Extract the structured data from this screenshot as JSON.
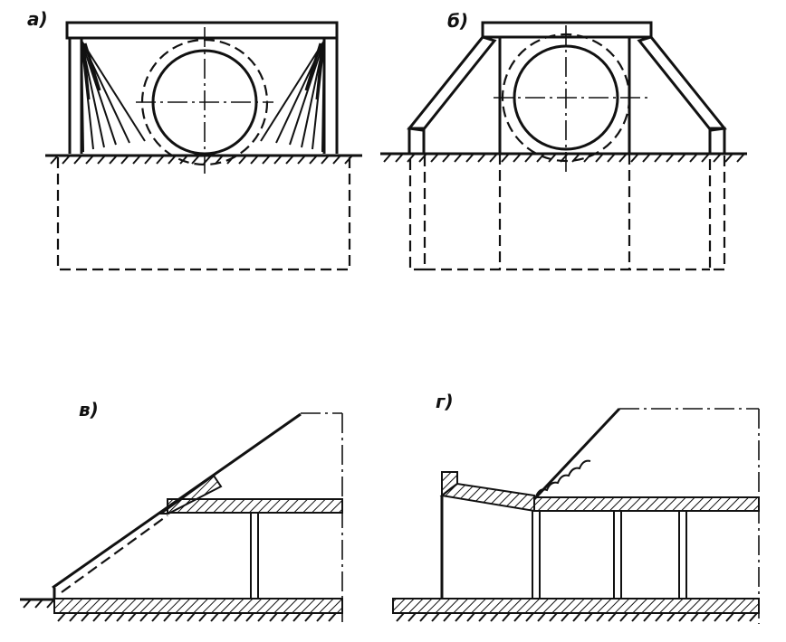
{
  "panels": {
    "a": {
      "label": "а)"
    },
    "b": {
      "label": "б)"
    },
    "v": {
      "label": "в)"
    },
    "g": {
      "label": "г)"
    }
  }
}
